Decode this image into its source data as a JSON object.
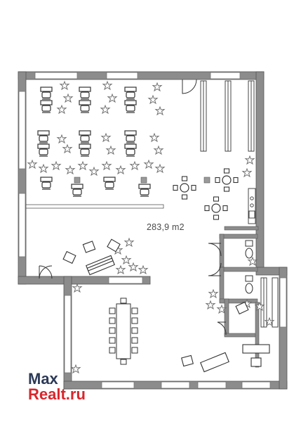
{
  "plan": {
    "area_label": "283,9 m2"
  },
  "brand": {
    "line1": "Max",
    "line2": "Realt.ru"
  },
  "colors": {
    "wall": "#8c8c8c",
    "wall_outline": "#555555",
    "window": "#ffffff",
    "furniture": "#333333",
    "plant": "#6f6f6f",
    "brand_dark": "#2c3a57",
    "brand_red": "#d9262c"
  },
  "icons": [
    "desk-chair-icon",
    "plant-icon",
    "round-table-icon",
    "armchair-icon",
    "sofa-icon",
    "toilet-icon",
    "door-icon"
  ]
}
